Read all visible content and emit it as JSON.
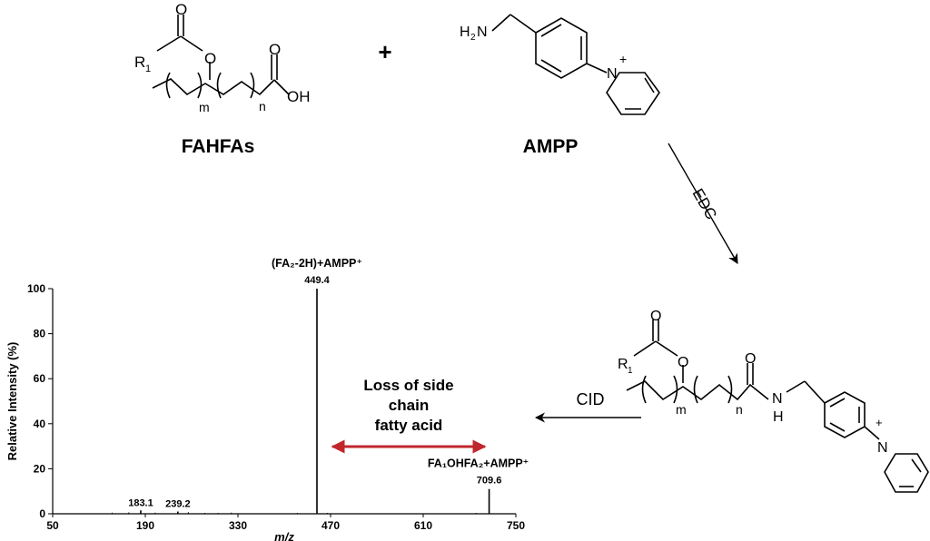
{
  "reactants": {
    "fahfa": {
      "name": "FAHFAs",
      "atoms": {
        "o_top": "O",
        "o_ester": "O",
        "r": "R",
        "r_sub": "1",
        "o_acid": "O",
        "oh": "OH",
        "m": "m",
        "n": "n"
      }
    },
    "plus": "+",
    "ampp": {
      "name": "AMPP",
      "atoms": {
        "amine": "H",
        "amine_sub": "2",
        "amine_n": "N",
        "pyr_n": "N",
        "charge": "+"
      }
    }
  },
  "step_edc": "EDC",
  "product": {
    "atoms": {
      "o_top": "O",
      "o_ester": "O",
      "r": "R",
      "r_sub": "1",
      "o_amide": "O",
      "nh_n": "N",
      "nh_h": "H",
      "pyr_n": "N",
      "charge": "+",
      "m": "m",
      "n": "n"
    }
  },
  "step_cid": "CID",
  "loss_annotation": [
    "Loss of side",
    "chain",
    "fatty acid"
  ],
  "colors": {
    "arrow_red": "#c0272d"
  },
  "chart_data": {
    "type": "bar",
    "xlabel": "m/z",
    "ylabel": "Relative Intensity (%)",
    "xlim": [
      50,
      750
    ],
    "ylim": [
      0,
      100
    ],
    "xticks": [
      50,
      190,
      330,
      470,
      610,
      750
    ],
    "yticks": [
      0,
      20,
      40,
      60,
      80,
      100
    ],
    "peaks": [
      {
        "mz": 183.1,
        "intensity": 1.5,
        "label": "183.1"
      },
      {
        "mz": 239.2,
        "intensity": 1.0,
        "label": "239.2"
      },
      {
        "mz": 449.4,
        "intensity": 100,
        "label": "449.4",
        "annotation": "(FA₂-2H)+AMPP⁺"
      },
      {
        "mz": 709.6,
        "intensity": 11,
        "label": "709.6",
        "annotation": "FA₁OHFA₂+AMPP⁺"
      }
    ],
    "minor_peaks": [
      {
        "mz": 140,
        "intensity": 0.5
      },
      {
        "mz": 165,
        "intensity": 0.6
      },
      {
        "mz": 205,
        "intensity": 0.5
      },
      {
        "mz": 255,
        "intensity": 0.7
      },
      {
        "mz": 280,
        "intensity": 0.4
      },
      {
        "mz": 300,
        "intensity": 0.4
      },
      {
        "mz": 320,
        "intensity": 0.5
      },
      {
        "mz": 420,
        "intensity": 0.4
      },
      {
        "mz": 465,
        "intensity": 0.4
      },
      {
        "mz": 690,
        "intensity": 0.4
      }
    ]
  }
}
